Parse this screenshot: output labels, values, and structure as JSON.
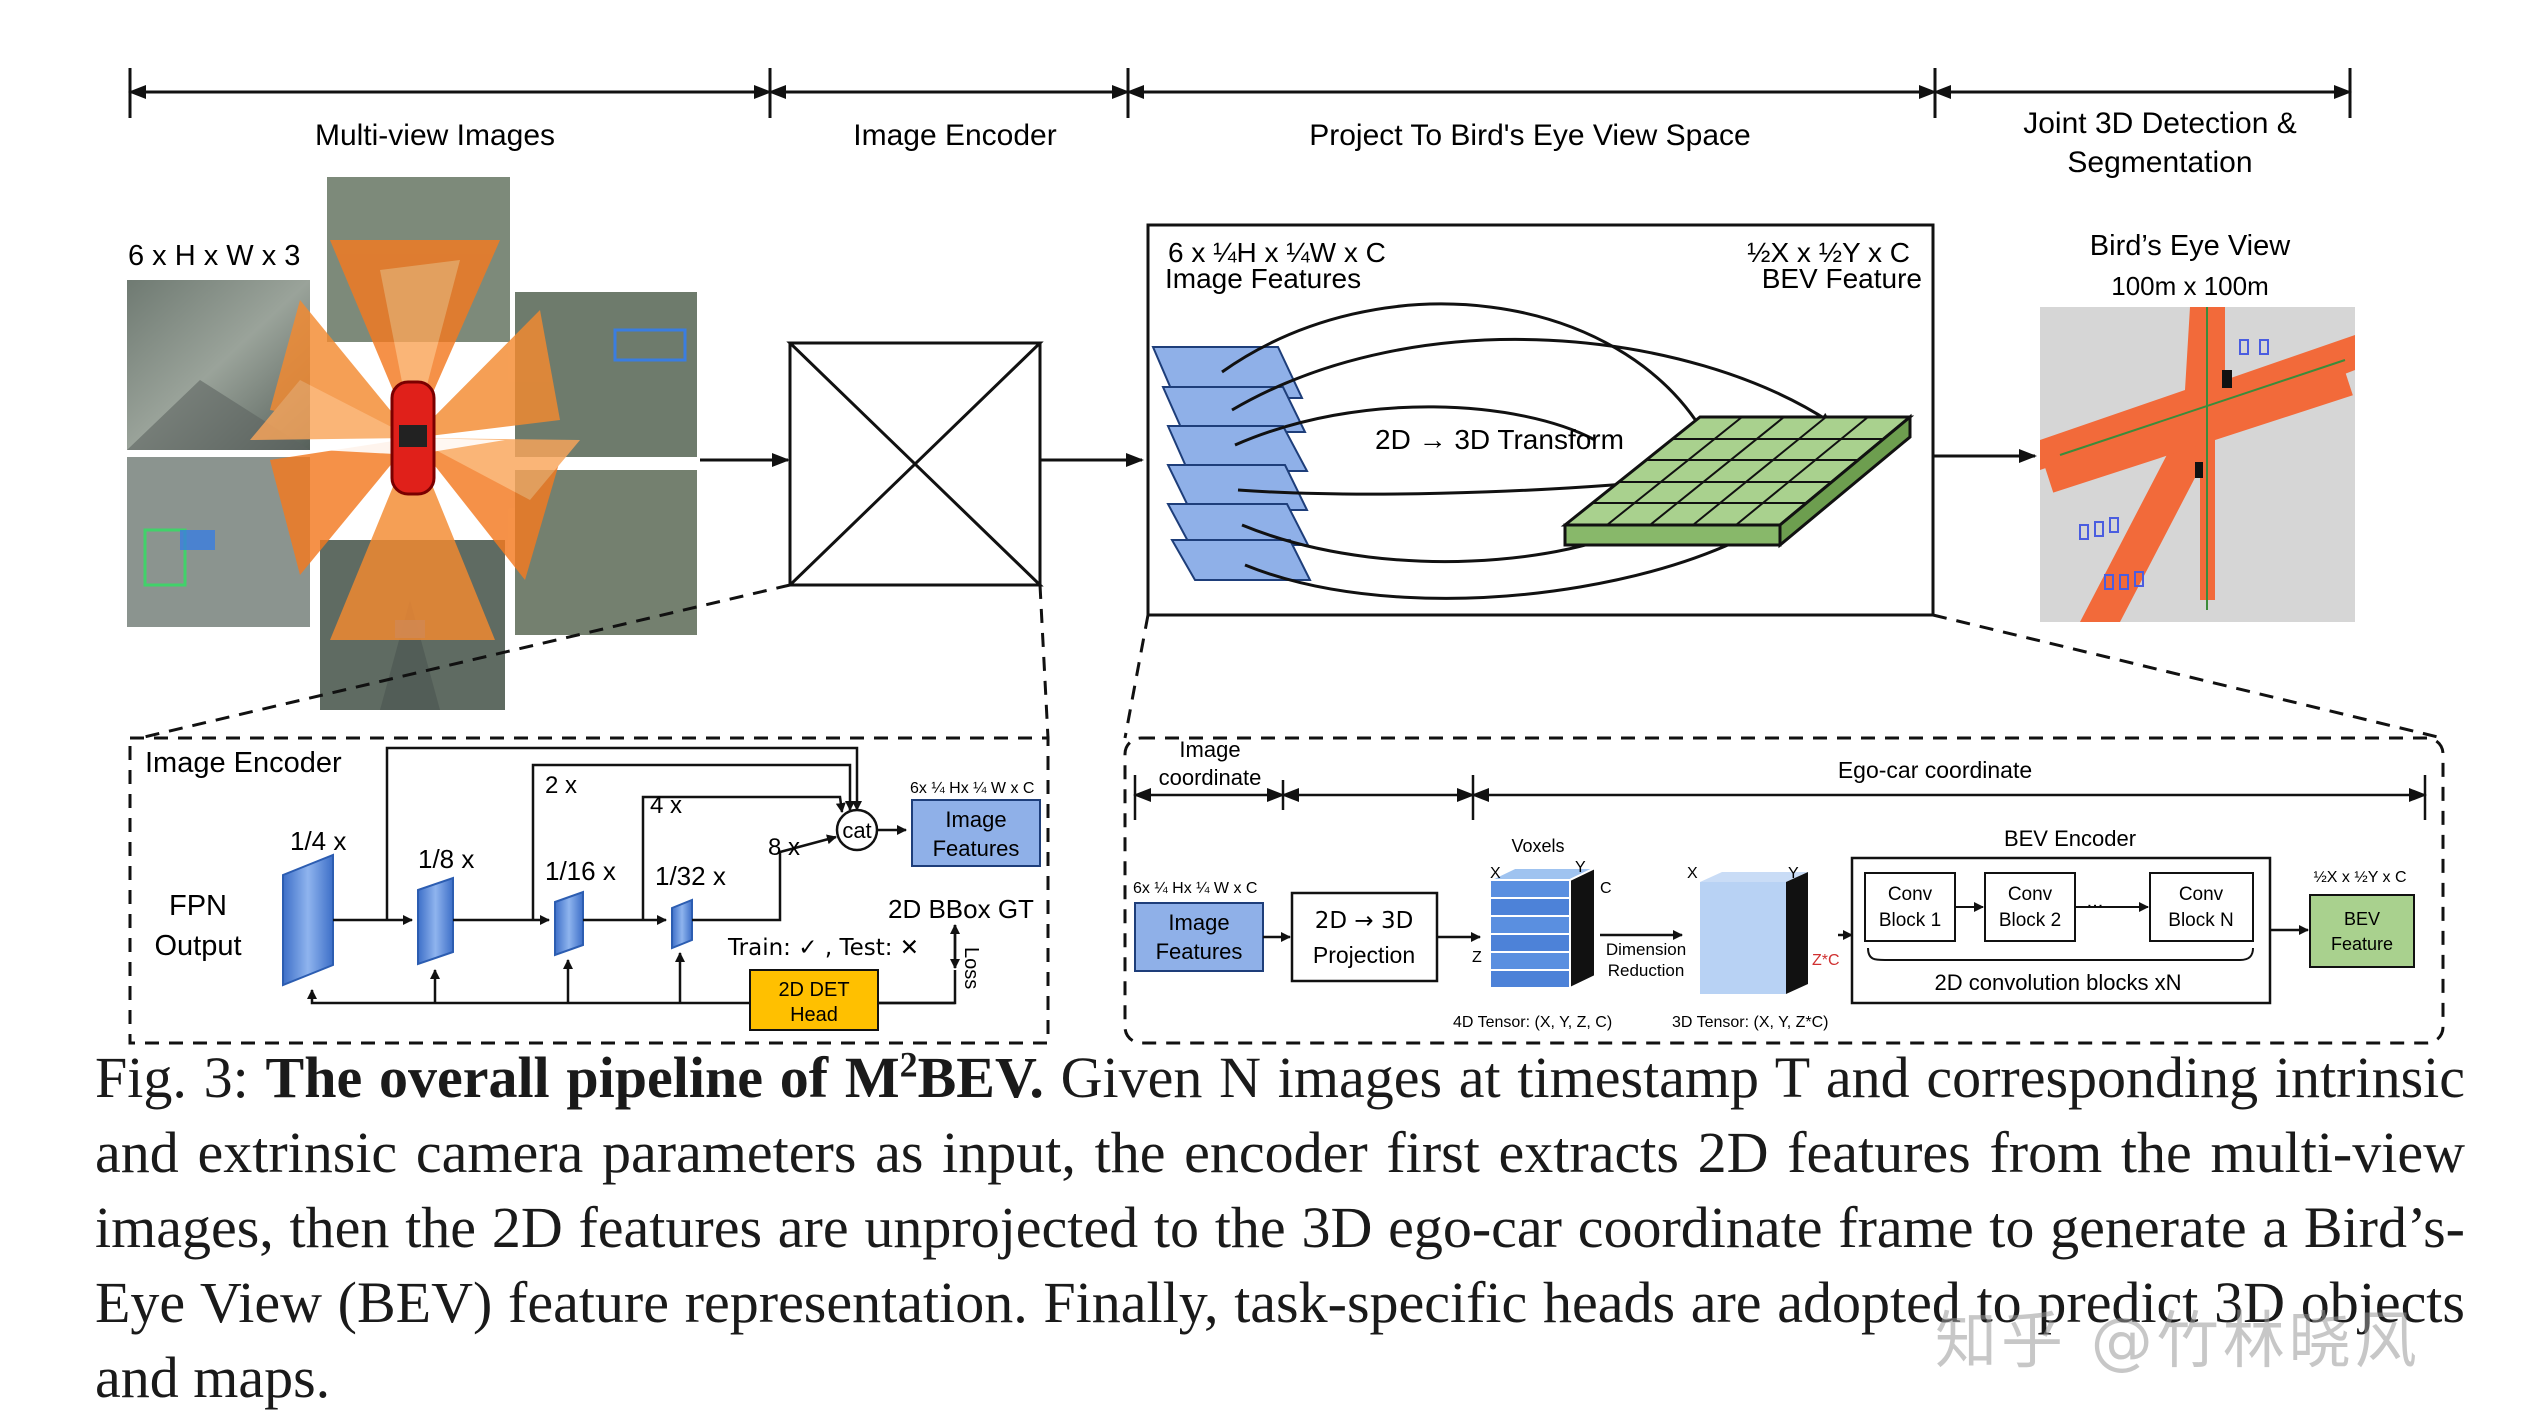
{
  "stages": {
    "multi_view": "Multi-view Images",
    "image_encoder": "Image Encoder",
    "project_bev": "Project To Bird's Eye View Space",
    "joint_3d": "Joint 3D Detection &",
    "joint_3d_2": "Segmentation"
  },
  "input_shape": "6 x H x W x 3",
  "bev_panel": {
    "img_feat_shape": "6 x ¼H x ¼W x C",
    "img_feat_label": "Image Features",
    "bev_shape": "½X x ½Y x C",
    "bev_label": "BEV Feature",
    "transform": "2D → 3D Transform"
  },
  "output": {
    "title": "Bird’s Eye View",
    "size": "100m x 100m"
  },
  "encoder_detail": {
    "title": "Image Encoder",
    "fpn": "FPN",
    "output": "Output",
    "scales": [
      "1/4 x",
      "1/8 x",
      "1/16 x",
      "1/32 x"
    ],
    "ups": [
      "2 x",
      "4 x",
      "8 x"
    ],
    "cat": "cat",
    "feat_shape": "6x ¼ Hx ¼ W x C",
    "feat_label_1": "Image",
    "feat_label_2": "Features",
    "gt": "2D BBox GT",
    "train_test": "Train: ✓ , Test: ✕",
    "loss": "Loss",
    "head_1": "2D DET",
    "head_2": "Head"
  },
  "projection_detail": {
    "image_coord_1": "Image",
    "image_coord_2": "coordinate",
    "ego_coord": "Ego-car coordinate",
    "feat_shape": "6x ¼ Hx ¼ W x C",
    "feat_label_1": "Image",
    "feat_label_2": "Features",
    "proj_1": "2D → 3D",
    "proj_2": "Projection",
    "voxels": "Voxels",
    "dim_red_1": "Dimension",
    "dim_red_2": "Reduction",
    "tensor4d": "4D Tensor: (X, Y, Z, C)",
    "tensor3d": "3D Tensor: (X, Y, Z*C)",
    "bev_encoder": "BEV Encoder",
    "conv1": [
      "Conv",
      "Block 1"
    ],
    "conv2": [
      "Conv",
      "Block 2"
    ],
    "convN": [
      "Conv",
      "Block N"
    ],
    "dots": "...",
    "conv_blocks": "2D convolution blocks xN",
    "out_shape": "½X x ½Y x C",
    "out_label_1": "BEV",
    "out_label_2": "Feature",
    "axis_x": "X",
    "axis_y": "Y",
    "axis_z": "Z",
    "axis_c": "C",
    "axis_zc": "Z*C"
  },
  "caption": {
    "fig": "Fig. 3:",
    "bold": "The overall pipeline of M",
    "sup": "2",
    "bold2": "BEV.",
    "text": " Given N images at timestamp T and corresponding intrinsic and extrinsic camera parameters as input, the encoder first extracts 2D features from the multi-view images, then the 2D features are unprojected to the 3D ego-car coordinate frame to generate a Bird’s-Eye View (BEV) feature representation. Finally, task-specific heads are adopted to predict 3D objects and maps."
  },
  "watermark": "知乎 @竹林晓风",
  "colors": {
    "feature_blue": "#8fb0e8",
    "bev_green": "#a9d18e",
    "head_yellow": "#ffc000",
    "cone_orange": "#f47a20",
    "map_orange": "#f26a3a"
  }
}
